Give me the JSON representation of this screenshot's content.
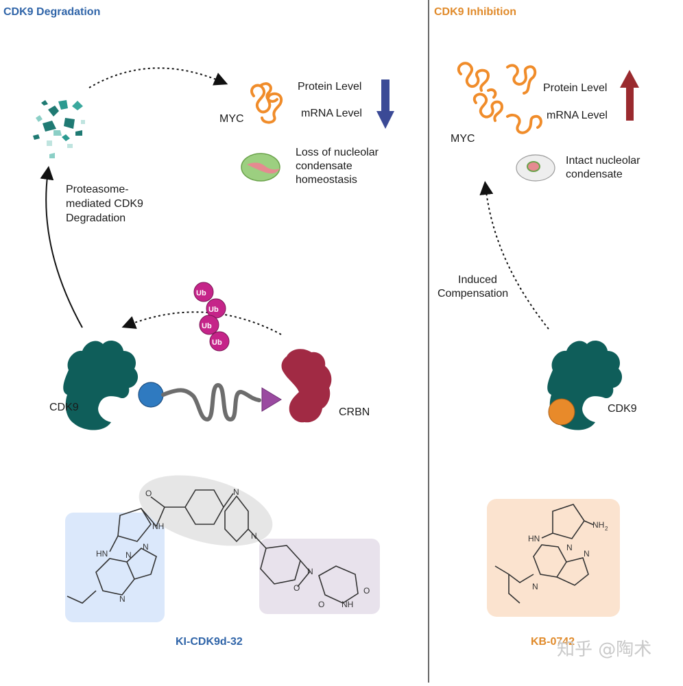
{
  "left_panel": {
    "title": "CDK9 Degradation",
    "myc_label": "MYC",
    "protein_level": "Protein Level",
    "mrna_level": "mRNA Level",
    "nucleolar_effect": [
      "Loss of nucleolar",
      "condensate",
      "homeostasis"
    ],
    "degradation_note": [
      "Proteasome-",
      "mediated CDK9",
      "Degradation"
    ],
    "ubiquitin_tags": [
      "Ub",
      "Ub",
      "Ub",
      "Ub"
    ],
    "cdk9_label": "CDK9",
    "crbn_label": "CRBN",
    "compound_name": "KI-CDK9d-32",
    "atom_labels": {
      "nh_top": "NH",
      "nh_left": "HN",
      "n1": "N",
      "n2": "N",
      "n3": "N",
      "n4": "N",
      "n5": "N",
      "n6": "N",
      "nh_imide": "NH",
      "o1": "O",
      "o2": "O",
      "o3": "O",
      "o4": "O"
    }
  },
  "right_panel": {
    "title": "CDK9 Inhibition",
    "myc_label": "MYC",
    "protein_level": "Protein Level",
    "mrna_level": "mRNA Level",
    "nucleolar_effect": [
      "Intact nucleolar",
      "condensate"
    ],
    "compensation_note": [
      "Induced",
      "Compensation"
    ],
    "cdk9_label": "CDK9",
    "compound_name": "KB-0742",
    "atom_labels": {
      "hn": "HN",
      "nh2": "NH",
      "nh2_sub": "2",
      "n1": "N",
      "n2": "N",
      "n3": "N"
    }
  },
  "watermark": "知乎 @陶术",
  "colors": {
    "blue_title": "#2f64a8",
    "orange_title": "#e08a2a",
    "cdk9_teal": "#0f5e5a",
    "myc_orange": "#f08c2a",
    "down_arrow": "#3b4a96",
    "up_arrow": "#9a2a2e",
    "ub_magenta": "#c52489",
    "crbn_red": "#a12a44",
    "linker_gray": "#6d6d6d",
    "warhead_blue": "#2f7ac0",
    "ligand_purple": "#9a4aa0",
    "inhibitor_orange": "#e88a2a",
    "box_blue": "#dbe8fb",
    "box_gray": "#e6e6e6",
    "box_purple": "#e8e2ec",
    "box_peach": "#fbe3cf"
  }
}
